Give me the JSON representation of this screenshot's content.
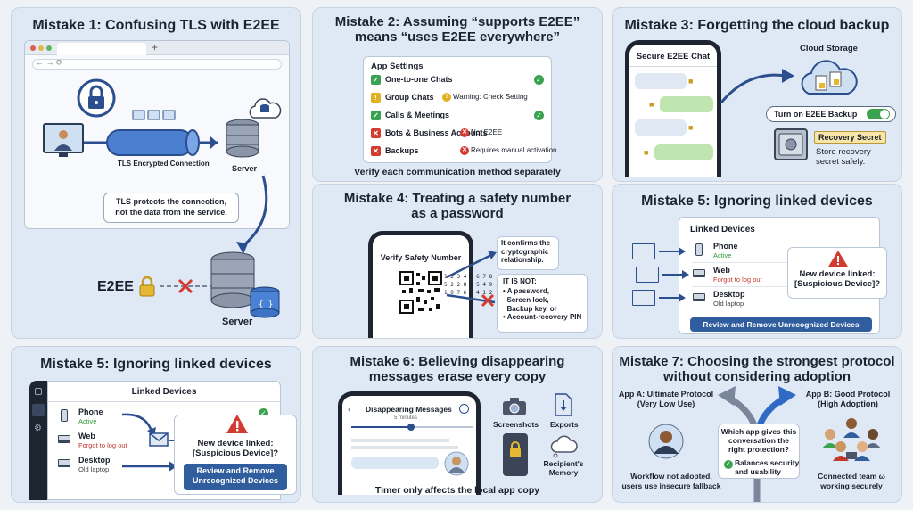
{
  "p1": {
    "title": "Mistake 1: Confusing TLS with E2EE",
    "tls_label": "TLS Encrypted Connection",
    "server_label": "Server",
    "callout": "TLS protects the connection,\nnot the data from the service.",
    "e2ee_label": "E2EE",
    "server2_label": "Server"
  },
  "p2": {
    "title": "Mistake 2: Assuming “supports E2EE”\nmeans “uses E2EE everywhere”",
    "settings_title": "App Settings",
    "rows": [
      {
        "label": "One-to-one Chats",
        "status": "",
        "icon": "check",
        "status_icon": "check"
      },
      {
        "label": "Group Chats",
        "status": "Warning: Check Setting",
        "icon": "warning",
        "status_icon": "warning"
      },
      {
        "label": "Calls & Meetings",
        "status": "",
        "icon": "check",
        "status_icon": "check"
      },
      {
        "label": "Bots & Business Accounts",
        "status": "Not E2EE",
        "icon": "x",
        "status_icon": "x"
      },
      {
        "label": "Backups",
        "status": "Requires manual activation",
        "icon": "x",
        "status_icon": "x"
      }
    ],
    "caption": "Verify each communication method separately"
  },
  "p3": {
    "title": "Mistake 3: Forgetting the cloud backup",
    "chat_title": "Secure E2EE Chat",
    "cloud_label": "Cloud Storage",
    "toggle_label": "Turn on E2EE Backup",
    "secret_badge": "Recovery Secret",
    "secret_text": "Store recovery\nsecret safely."
  },
  "p4": {
    "title": "Mistake 4: Treating a safety number\nas a password",
    "phone_title": "Verify Safety Number",
    "number_text": "1 2 3 4 5 6 7 8\n5 2 2 8 9 5 4 9\n1 0 7 6 3 4 1 2",
    "confirms": "It confirms the\ncryptographic\nrelationship.",
    "not_title": "IT IS NOT:",
    "not_list": "• A password,\n  Screen lock,\n  Backup key, or\n• Account-recovery PIN"
  },
  "p5a": {
    "title": "Mistake 5: Ignoring linked devices",
    "list_title": "Linked Devices",
    "devices": [
      {
        "name": "Phone",
        "status": "Active",
        "status_color": "#2e9a3e"
      },
      {
        "name": "Web",
        "status": "Forgot to log out",
        "status_color": "#c0392b"
      },
      {
        "name": "Desktop",
        "status": "Old laptop",
        "status_color": "#444444"
      }
    ],
    "alert": "New device linked:\n[Suspicious Device]?",
    "button": "Review and Remove Unrecognized Devices"
  },
  "p5b": {
    "title": "Mistake 5: Ignoring linked devices",
    "list_title": "Linked Devices",
    "devices": [
      {
        "name": "Phone",
        "status": "Active",
        "status_color": "#2e9a3e"
      },
      {
        "name": "Web",
        "status": "Forgot to log out",
        "status_color": "#c0392b"
      },
      {
        "name": "Desktop",
        "status": "Old laptop",
        "status_color": "#444444"
      }
    ],
    "alert": "New device linked:\n[Suspicious Device]?",
    "button": "Review and Remove\nUnrecognized Devices"
  },
  "p6": {
    "title": "Mistake 6: Believing disappearing\nmessages erase every copy",
    "phone_title": "Disappearing Messages",
    "phone_sub": "5 minutes",
    "screenshots": "Screenshots",
    "exports": "Exports",
    "memory": "Recipient's\nMemory",
    "caption": "Timer only affects the local app copy"
  },
  "p7": {
    "title": "Mistake 7: Choosing the strongest protocol\nwithout considering adoption",
    "app_a": "App A: Ultimate Protocol\n(Very Low Use)",
    "app_b": "App B: Good Protocol\n(High Adoption)",
    "question": "Which app gives this\nconversation the\nright protection?",
    "answer": "Balances security\nand usability",
    "fallback": "Workflow not adopted,\nusers use insecure fallback",
    "team": "Connected team ω\nworking securely"
  }
}
